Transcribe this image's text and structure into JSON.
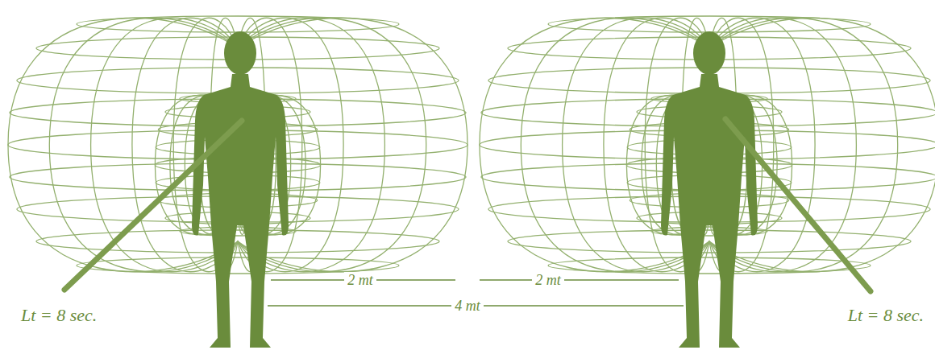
{
  "diagram": {
    "labels": [
      "Lt = 8 sec.",
      "2 mt",
      "2 mt",
      "4 mt",
      "Lt = 8 sec."
    ]
  }
}
